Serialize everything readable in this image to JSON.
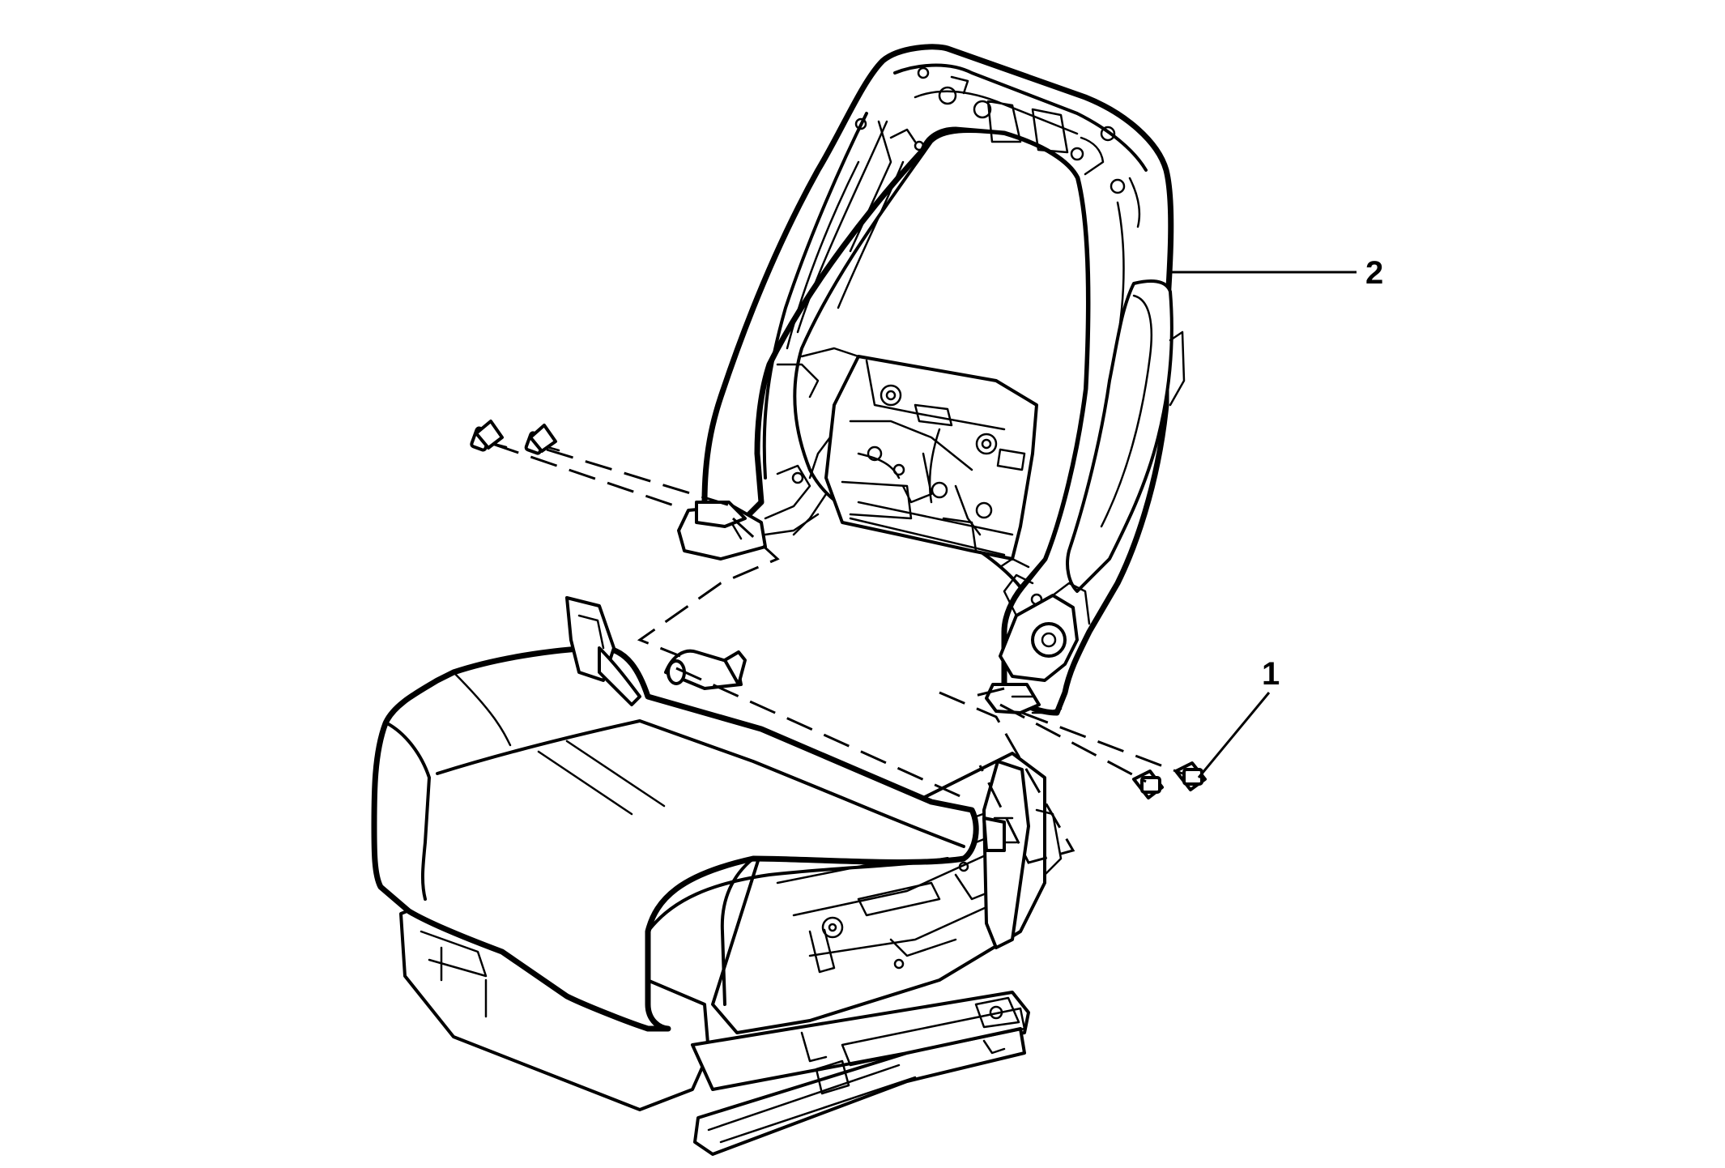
{
  "callouts": [
    {
      "number": "1",
      "part": "bolts"
    },
    {
      "number": "2",
      "part": "seat-back-frame"
    }
  ]
}
